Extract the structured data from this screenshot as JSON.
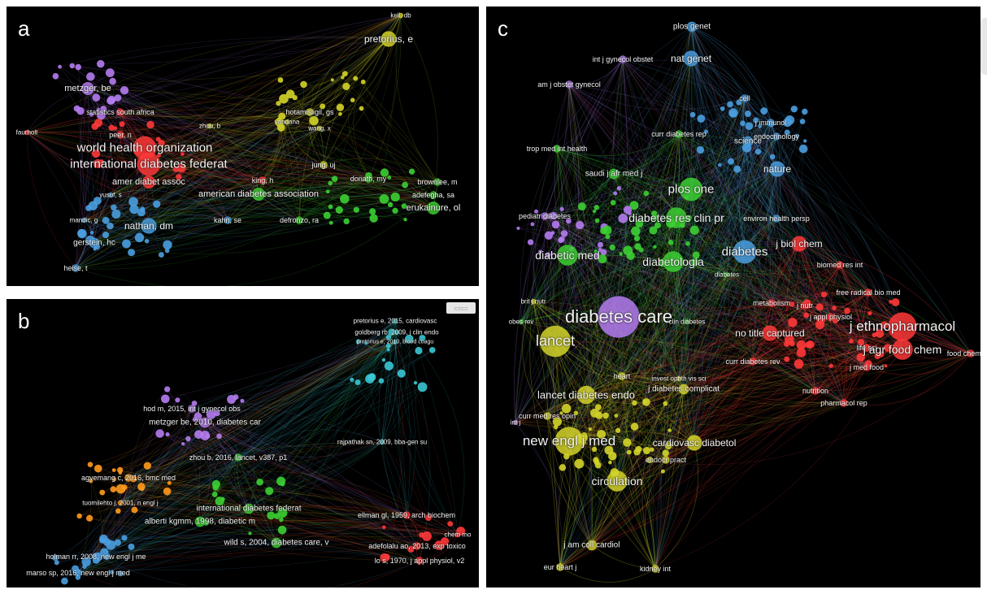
{
  "panels": [
    {
      "id": "a",
      "letter": "a",
      "nodes": [
        {
          "label": "kell, db",
          "c": "y",
          "s": 8
        },
        {
          "label": "pretorius, e",
          "c": "y",
          "s": 12
        },
        {
          "label": "metzger, be",
          "c": "p",
          "s": 11
        },
        {
          "label": "statistics south africa",
          "c": "r",
          "s": 9
        },
        {
          "label": "hotamisligil, gs",
          "c": "y",
          "s": 9
        },
        {
          "label": "faurholt",
          "c": "r",
          "s": 8
        },
        {
          "label": "peer, n",
          "c": "r",
          "s": 9
        },
        {
          "label": "zhou, b",
          "c": "y",
          "s": 8
        },
        {
          "label": "vandana",
          "c": "y",
          "s": 8
        },
        {
          "label": "wang, x",
          "c": "y",
          "s": 8
        },
        {
          "label": "world health organization",
          "c": "r",
          "s": 15
        },
        {
          "label": "international diabetes federat",
          "c": "r",
          "s": 15
        },
        {
          "label": "jung, uj",
          "c": "y",
          "s": 9
        },
        {
          "label": "amer diabet assoc",
          "c": "r",
          "s": 11
        },
        {
          "label": "king, h",
          "c": "r",
          "s": 9
        },
        {
          "label": "donath, my",
          "c": "g",
          "s": 9
        },
        {
          "label": "brownlee, m",
          "c": "g",
          "s": 9
        },
        {
          "label": "american diabetes association",
          "c": "g",
          "s": 11
        },
        {
          "label": "adefegha, sa",
          "c": "g",
          "s": 9
        },
        {
          "label": "erukainure, ol",
          "c": "g",
          "s": 11
        },
        {
          "label": "yusuf, s",
          "c": "b",
          "s": 8
        },
        {
          "label": "mandic, g",
          "c": "b",
          "s": 8
        },
        {
          "label": "nathan, dm",
          "c": "b",
          "s": 12
        },
        {
          "label": "kahn, se",
          "c": "b",
          "s": 9
        },
        {
          "label": "defronzo, ra",
          "c": "g",
          "s": 9
        },
        {
          "label": "gerstein, hc",
          "c": "b",
          "s": 10
        },
        {
          "label": "heise, t",
          "c": "b",
          "s": 9
        }
      ]
    },
    {
      "id": "b",
      "letter": "b",
      "nodes": [
        {
          "label": "pretorius e, 2015, cardiovasc",
          "c": "c",
          "s": 8
        },
        {
          "label": "goldberg rb, 2009, j clin endo",
          "c": "c",
          "s": 8
        },
        {
          "label": "pretorius e, 2010, blood coagu",
          "c": "c",
          "s": 7
        },
        {
          "label": "hod m, 2015, int j gynecol obs",
          "c": "p",
          "s": 9
        },
        {
          "label": "metzger be, 2010, diabetes car",
          "c": "p",
          "s": 10
        },
        {
          "label": "rajpathak sn, 2009, bba-gen su",
          "c": "c",
          "s": 8
        },
        {
          "label": "zhou b, 2016, lancet, v387, p1",
          "c": "g",
          "s": 9
        },
        {
          "label": "agyemang c, 2016, bmc med",
          "c": "o",
          "s": 9
        },
        {
          "label": "international diabetes federat",
          "c": "g",
          "s": 10
        },
        {
          "label": "tuomilehto j, 2001, n engl j",
          "c": "o",
          "s": 8
        },
        {
          "label": "alberti kgmm, 1998, diabetic m",
          "c": "g",
          "s": 10
        },
        {
          "label": "ellman gl, 1959, arch biochem",
          "c": "r",
          "s": 9
        },
        {
          "label": "chem mo",
          "c": "r",
          "s": 8
        },
        {
          "label": "wild s, 2004, diabetes care, v",
          "c": "g",
          "s": 10
        },
        {
          "label": "adefolalu ao, 2013, exp toxico",
          "c": "r",
          "s": 9
        },
        {
          "label": "holman rr, 2008, new engl j me",
          "c": "b",
          "s": 9
        },
        {
          "label": "lo s, 1970, j appl physiol, v2",
          "c": "r",
          "s": 9
        },
        {
          "label": "marso sp, 2016, new engl j med",
          "c": "b",
          "s": 9
        }
      ]
    },
    {
      "id": "c",
      "letter": "c",
      "nodes": [
        {
          "label": "plos genet",
          "c": "b",
          "s": 10
        },
        {
          "label": "int j gynecol obstet",
          "c": "p",
          "s": 9
        },
        {
          "label": "nat genet",
          "c": "b",
          "s": 12
        },
        {
          "label": "am j obstet gynecol",
          "c": "p",
          "s": 9
        },
        {
          "label": "cell",
          "c": "b",
          "s": 9
        },
        {
          "label": "j immunol",
          "c": "b",
          "s": 9
        },
        {
          "label": "curr diabetes rep",
          "c": "g",
          "s": 9
        },
        {
          "label": "endocrinology",
          "c": "b",
          "s": 9
        },
        {
          "label": "trop med int health",
          "c": "g",
          "s": 9
        },
        {
          "label": "science",
          "c": "b",
          "s": 10
        },
        {
          "label": "saudi j afr med j",
          "c": "g",
          "s": 10
        },
        {
          "label": "nature",
          "c": "b",
          "s": 12
        },
        {
          "label": "plos one",
          "c": "g",
          "s": 15
        },
        {
          "label": "pediatr diabetes",
          "c": "p",
          "s": 9
        },
        {
          "label": "diabetes res clin pr",
          "c": "g",
          "s": 14
        },
        {
          "label": "environ health persp",
          "c": "b",
          "s": 9
        },
        {
          "label": "diabetes",
          "c": "b",
          "s": 15
        },
        {
          "label": "j biol chem",
          "c": "r",
          "s": 12
        },
        {
          "label": "diabetic med",
          "c": "g",
          "s": 14
        },
        {
          "label": "diabetologia",
          "c": "g",
          "s": 14
        },
        {
          "label": "biomed res int",
          "c": "r",
          "s": 9
        },
        {
          "label": "diabetes",
          "c": "g",
          "s": 8
        },
        {
          "label": "free radical bio med",
          "c": "r",
          "s": 9
        },
        {
          "label": "brit j nutr",
          "c": "y",
          "s": 8
        },
        {
          "label": "metabolism",
          "c": "r",
          "s": 9
        },
        {
          "label": "j nutr",
          "c": "r",
          "s": 9
        },
        {
          "label": "diabetes care",
          "c": "p",
          "s": 22
        },
        {
          "label": "j appl physiol",
          "c": "r",
          "s": 9
        },
        {
          "label": "j ethnopharmacol",
          "c": "r",
          "s": 17
        },
        {
          "label": "obes rev",
          "c": "g",
          "s": 8
        },
        {
          "label": "clin diabetes",
          "c": "g",
          "s": 8
        },
        {
          "label": "no title captured",
          "c": "r",
          "s": 12
        },
        {
          "label": "lancet",
          "c": "y",
          "s": 18
        },
        {
          "label": "life sci",
          "c": "r",
          "s": 9
        },
        {
          "label": "j agr food chem",
          "c": "r",
          "s": 14
        },
        {
          "label": "curr diabetes rev",
          "c": "r",
          "s": 9
        },
        {
          "label": "heart",
          "c": "y",
          "s": 9
        },
        {
          "label": "invest ophth vis sci",
          "c": "y",
          "s": 8
        },
        {
          "label": "j med food",
          "c": "r",
          "s": 9
        },
        {
          "label": "food chemistry",
          "c": "r",
          "s": 9
        },
        {
          "label": "lancet diabetes endo",
          "c": "y",
          "s": 13
        },
        {
          "label": "j diabetes complicat",
          "c": "y",
          "s": 10
        },
        {
          "label": "nutrition",
          "c": "r",
          "s": 9
        },
        {
          "label": "curr med res opin",
          "c": "y",
          "s": 9
        },
        {
          "label": "pharmacol rep",
          "c": "r",
          "s": 9
        },
        {
          "label": "int j",
          "c": "p",
          "s": 8
        },
        {
          "label": "new engl j med",
          "c": "y",
          "s": 17
        },
        {
          "label": "cardiovasc diabetol",
          "c": "y",
          "s": 12
        },
        {
          "label": "endocr pract",
          "c": "y",
          "s": 9
        },
        {
          "label": "circulation",
          "c": "y",
          "s": 14
        },
        {
          "label": "j am coll cardiol",
          "c": "y",
          "s": 10
        },
        {
          "label": "eur heart j",
          "c": "y",
          "s": 9
        },
        {
          "label": "kidney int",
          "c": "y",
          "s": 9
        }
      ]
    }
  ],
  "colors": {
    "r": "#ff3838",
    "g": "#3ccf33",
    "b": "#4a9fe0",
    "y": "#d4d42a",
    "p": "#b47cf0",
    "c": "#3ac8d4",
    "o": "#ff9a1e",
    "background": "#000000"
  }
}
